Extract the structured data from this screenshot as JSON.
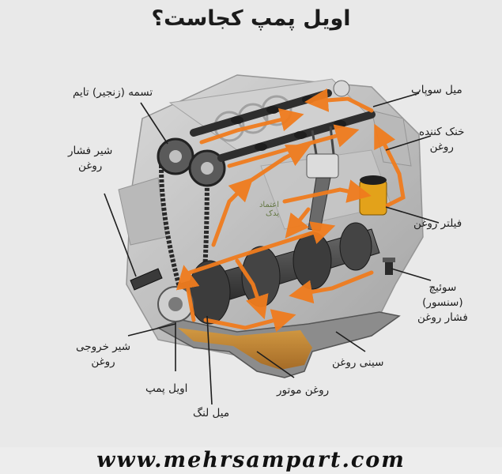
{
  "title": "اویل پمپ کجاست؟",
  "labels": {
    "timing_chain": "تسمه (زنجیر) تایم",
    "camshaft": "میل سوپاپ",
    "oil_cooler_line1": "خنک کننده",
    "oil_cooler_line2": "روغن",
    "oil_pressure_valve_line1": "شیر فشار",
    "oil_pressure_valve_line2": "روغن",
    "oil_filter": "فیلتر روغن",
    "oil_pressure_switch_line1": "سوئیچ",
    "oil_pressure_switch_line2": "(سنسور)",
    "oil_pressure_switch_line3": "فشار روغن",
    "oil_outlet_valve_line1": "شیر خروجی",
    "oil_outlet_valve_line2": "روغن",
    "oil_pan": "سینی روغن",
    "engine_oil": "روغن موتور",
    "oil_pump": "اویل پمپ",
    "crankshaft": "میل لنگ"
  },
  "logo": {
    "line1": "اعتماد",
    "line2": "یدک"
  },
  "footer": "www.mehrsampart.com",
  "colors": {
    "oil_flow": "#f07c1e",
    "engine_gray": "#9a9a9a",
    "engine_dark": "#3c3c3c",
    "oil_pool": "#c98a2a",
    "background": "#e9e9e9"
  }
}
